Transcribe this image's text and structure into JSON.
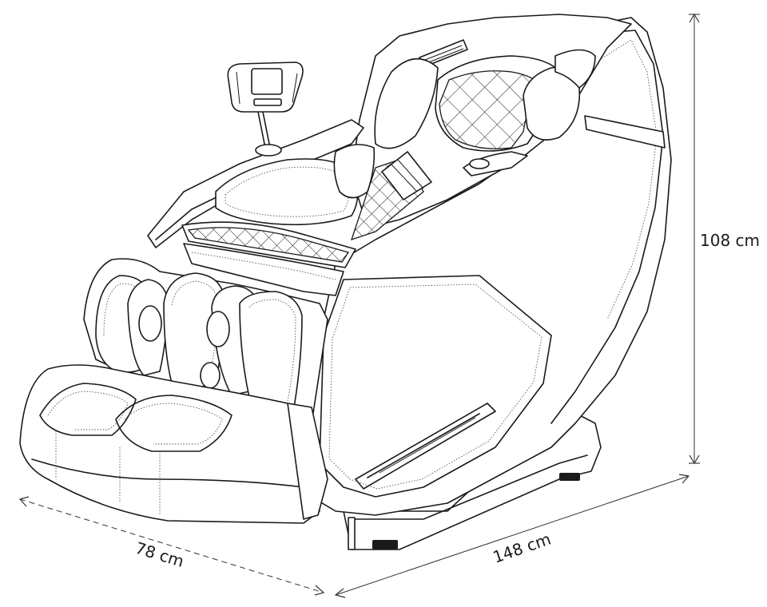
{
  "dimensions": {
    "height_label": "108 cm",
    "length_label": "148 cm",
    "width_label": "78 cm"
  }
}
